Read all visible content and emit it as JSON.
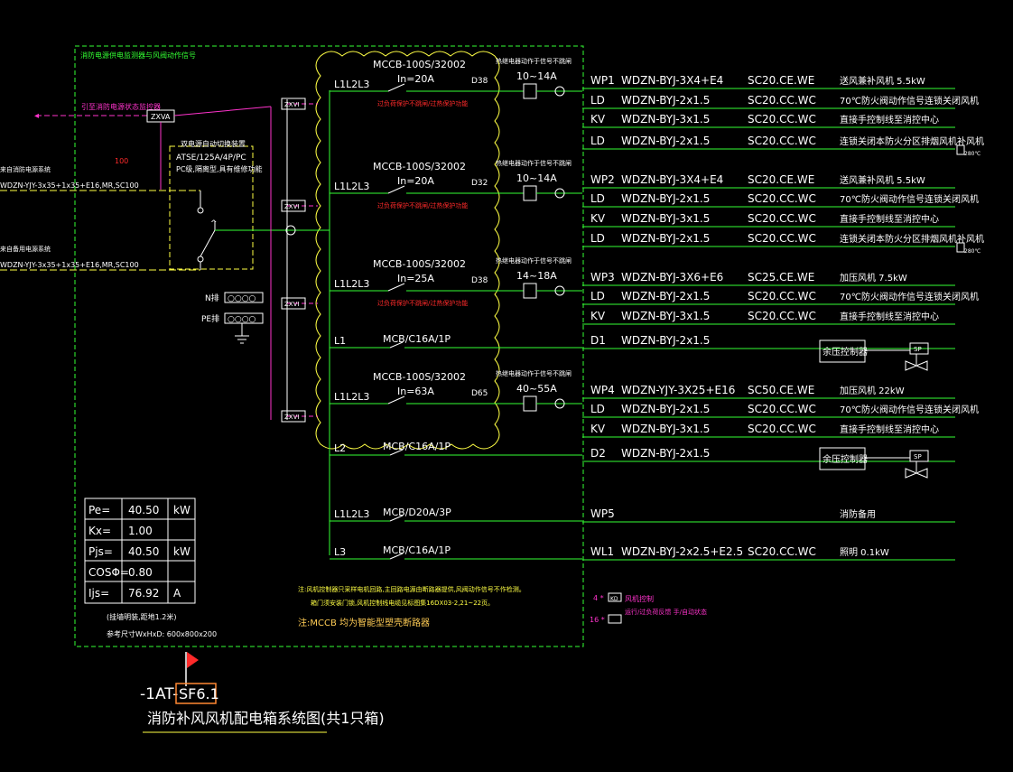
{
  "colors": {
    "background": "#000000",
    "green": "#33ff33",
    "white": "#ffffff",
    "magenta": "#ff33cc",
    "red": "#ff2a2a",
    "yellow": "#ffff44",
    "orange": "#ff8833",
    "gold": "#ffcc55"
  },
  "panel": {
    "header": "消防电源供电监测器与风阀动作信号",
    "to_monitor": "引至消防电源状态监控器",
    "zxva": "ZXVA",
    "dual_title": "双电源自动切换装置",
    "dual_line1": "ATSE/125A/4P/PC",
    "dual_line2": "PC级,隔离型,具有维修功能",
    "in1_title": "来自消防电源系统",
    "in1_cable": "WDZN-YJY-3x35+1x35+E16,MR,SC100",
    "in2_title": "来自备用电源系统",
    "in2_cable": "WDZN-YJY-3x35+1x35+E16,MR,SC100",
    "red_100": "100",
    "n_bar": "N排",
    "pe_bar": "PE排",
    "zxvi": "ZXVI",
    "dim_note": "(挂墙明装,距地1.2米)",
    "size_note": "参考尺寸WxHxD: 600x800x200",
    "note1": "注:风机控制器只采样电机回路,主回路电源由断路器提供,风阀动作信号不作检测。",
    "note2": "箱门须安装门锁,风机控制线电缆见标图集16DX03-2,21~22页。",
    "note3": "注:MCCB 均为智能型塑壳断路器"
  },
  "calc": [
    {
      "label": "Pe=",
      "value": "40.50",
      "unit": "kW"
    },
    {
      "label": "Kx=",
      "value": "1.00",
      "unit": ""
    },
    {
      "label": "Pjs=",
      "value": "40.50",
      "unit": "kW"
    },
    {
      "label": "COSΦ=",
      "value": "0.80",
      "unit": ""
    },
    {
      "label": "Ijs=",
      "value": "76.92",
      "unit": "A"
    }
  ],
  "feeders": [
    {
      "phase": "L1L2L3",
      "breaker": "MCCB-100S/32002",
      "rating": "In=20A",
      "tag": "D38",
      "overload": "热继电器动作于信号不跳闸",
      "relay": "10~14A",
      "protect": "过负荷保护不跳闸/过热保护功能"
    },
    {
      "phase": "L1L2L3",
      "breaker": "MCCB-100S/32002",
      "rating": "In=20A",
      "tag": "D32",
      "overload": "热继电器动作于信号不跳闸",
      "relay": "10~14A",
      "protect": "过负荷保护不跳闸/过热保护功能"
    },
    {
      "phase": "L1L2L3",
      "breaker": "MCCB-100S/32002",
      "rating": "In=25A",
      "tag": "D38",
      "overload": "热继电器动作于信号不跳闸",
      "relay": "14~18A",
      "protect": "过负荷保护不跳闸/过热保护功能"
    },
    {
      "phase": "L1L2L3",
      "breaker": "MCCB-100S/32002",
      "rating": "In=63A",
      "tag": "D65",
      "overload": "热继电器动作于信号不跳闸",
      "relay": "40~55A",
      "protect": ""
    }
  ],
  "small_breakers": [
    {
      "phase": "L1",
      "breaker": "MCB/C16A/1P"
    },
    {
      "phase": "L2",
      "breaker": "MCB/C16A/1P"
    },
    {
      "phase": "L1L2L3",
      "breaker": "MCB/D20A/3P"
    },
    {
      "phase": "L3",
      "breaker": "MCB/C16A/1P"
    }
  ],
  "circuits": [
    {
      "code": "WP1",
      "cable": "WDZN-BYJ-3X4+E4",
      "pipe": "SC20.CE.WE",
      "desc": "送风兼补风机 5.5kW"
    },
    {
      "code": "LD",
      "cable": "WDZN-BYJ-2x1.5",
      "pipe": "SC20.CC.WC",
      "desc": "70℃防火阀动作信号连锁关闭风机"
    },
    {
      "code": "KV",
      "cable": "WDZN-BYJ-3x1.5",
      "pipe": "SC20.CC.WC",
      "desc": "直接手控制线至消控中心"
    },
    {
      "code": "LD",
      "cable": "WDZN-BYJ-2x1.5",
      "pipe": "SC20.CC.WC",
      "desc": "连锁关闭本防火分区排烟风机补风机"
    },
    {
      "code": "WP2",
      "cable": "WDZN-BYJ-3X4+E4",
      "pipe": "SC20.CE.WE",
      "desc": "送风兼补风机 5.5kW"
    },
    {
      "code": "LD",
      "cable": "WDZN-BYJ-2x1.5",
      "pipe": "SC20.CC.WC",
      "desc": "70℃防火阀动作信号连锁关闭风机"
    },
    {
      "code": "KV",
      "cable": "WDZN-BYJ-3x1.5",
      "pipe": "SC20.CC.WC",
      "desc": "直接手控制线至消控中心"
    },
    {
      "code": "LD",
      "cable": "WDZN-BYJ-2x1.5",
      "pipe": "SC20.CC.WC",
      "desc": "连锁关闭本防火分区排烟风机补风机"
    },
    {
      "code": "WP3",
      "cable": "WDZN-BYJ-3X6+E6",
      "pipe": "SC25.CE.WE",
      "desc": "加压风机 7.5kW"
    },
    {
      "code": "LD",
      "cable": "WDZN-BYJ-2x1.5",
      "pipe": "SC20.CC.WC",
      "desc": "70℃防火阀动作信号连锁关闭风机"
    },
    {
      "code": "KV",
      "cable": "WDZN-BYJ-3x1.5",
      "pipe": "SC20.CC.WC",
      "desc": "直接手控制线至消控中心"
    },
    {
      "code": "D1",
      "cable": "WDZN-BYJ-2x1.5",
      "pipe": "",
      "desc": ""
    },
    {
      "code": "WP4",
      "cable": "WDZN-YJY-3X25+E16",
      "pipe": "SC50.CE.WE",
      "desc": "加压风机 22kW"
    },
    {
      "code": "LD",
      "cable": "WDZN-BYJ-2x1.5",
      "pipe": "SC20.CC.WC",
      "desc": "70℃防火阀动作信号连锁关闭风机"
    },
    {
      "code": "KV",
      "cable": "WDZN-BYJ-3x1.5",
      "pipe": "SC20.CC.WC",
      "desc": "直接手控制线至消控中心"
    },
    {
      "code": "D2",
      "cable": "WDZN-BYJ-2x1.5",
      "pipe": "",
      "desc": ""
    },
    {
      "code": "WP5",
      "cable": "",
      "pipe": "",
      "desc": "消防备用"
    },
    {
      "code": "WL1",
      "cable": "WDZN-BYJ-2x2.5+E2.5",
      "pipe": "SC20.CC.WC",
      "desc": "照明 0.1kW"
    }
  ],
  "pressure_controller": "余压控制器",
  "sp": "SP",
  "temp_280": "280℃",
  "legend": [
    {
      "count": "4 *",
      "symbol": "KD",
      "text": "风机控制"
    },
    {
      "count": "16 *",
      "symbol": "",
      "text": "运行/过负荷反馈 手/自动状态"
    }
  ],
  "title": {
    "code_prefix": "-1AT-",
    "code_box": "SF6.1",
    "name": "消防补风风机配电箱系统图(共1只箱)"
  }
}
